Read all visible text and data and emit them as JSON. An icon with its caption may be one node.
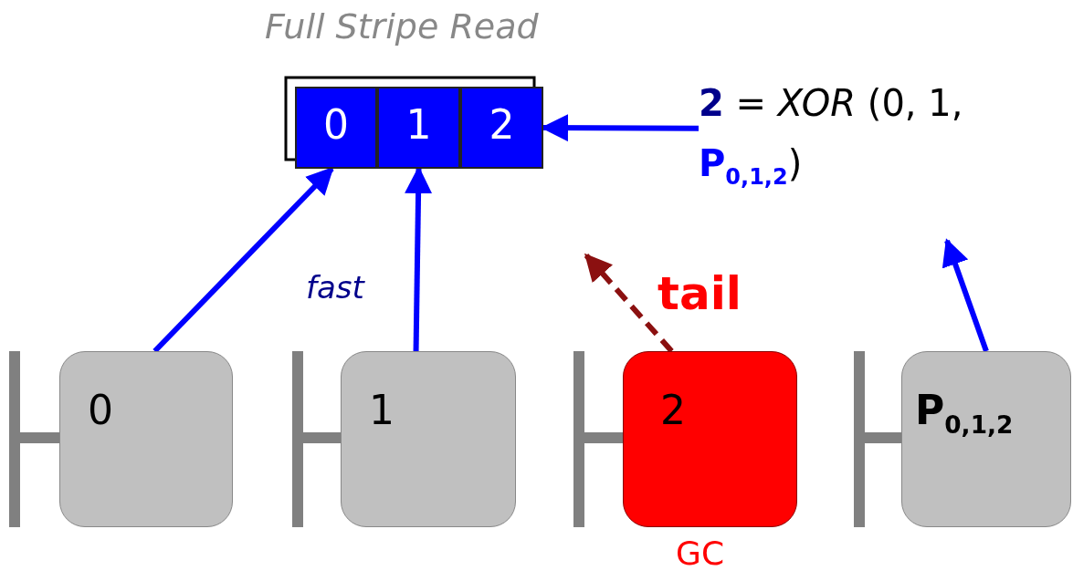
{
  "diagram": {
    "nodes": [
      {
        "text": [
          "Full Stripe Read"
        ]
      },
      {
        "text": [
          "0"
        ],
        "in": 0
      },
      {
        "text": [
          "1"
        ],
        "in": 0
      },
      {
        "text": [
          "2"
        ],
        "in": 0
      },
      {
        "text": [
          "**2** = *XOR* (0, 1, **P$_{0,1,2}$**)"
        ]
      },
      {
        "text": [
          "0"
        ]
      },
      {
        "text": [
          "1"
        ]
      },
      {
        "text": [
          "2"
        ],
        "beside": [
          "GC"
        ]
      },
      {
        "text": [
          "P$_{0,1,2}$"
        ]
      }
    ],
    "edges": [
      {
        "from": 5,
        "to": 1,
        "arrow": "to"
      },
      {
        "from": 6,
        "to": 2,
        "arrow": "to"
      },
      {
        "from": 4,
        "to": 3,
        "arrow": "to"
      },
      {
        "from": 7,
        "to": null,
        "arrow": "to",
        "style": "dashed",
        "color": "#8b1010"
      },
      {
        "from": 8,
        "to": 4,
        "arrow": "to"
      }
    ],
    "labels": [
      "fast",
      "tail"
    ]
  }
}
